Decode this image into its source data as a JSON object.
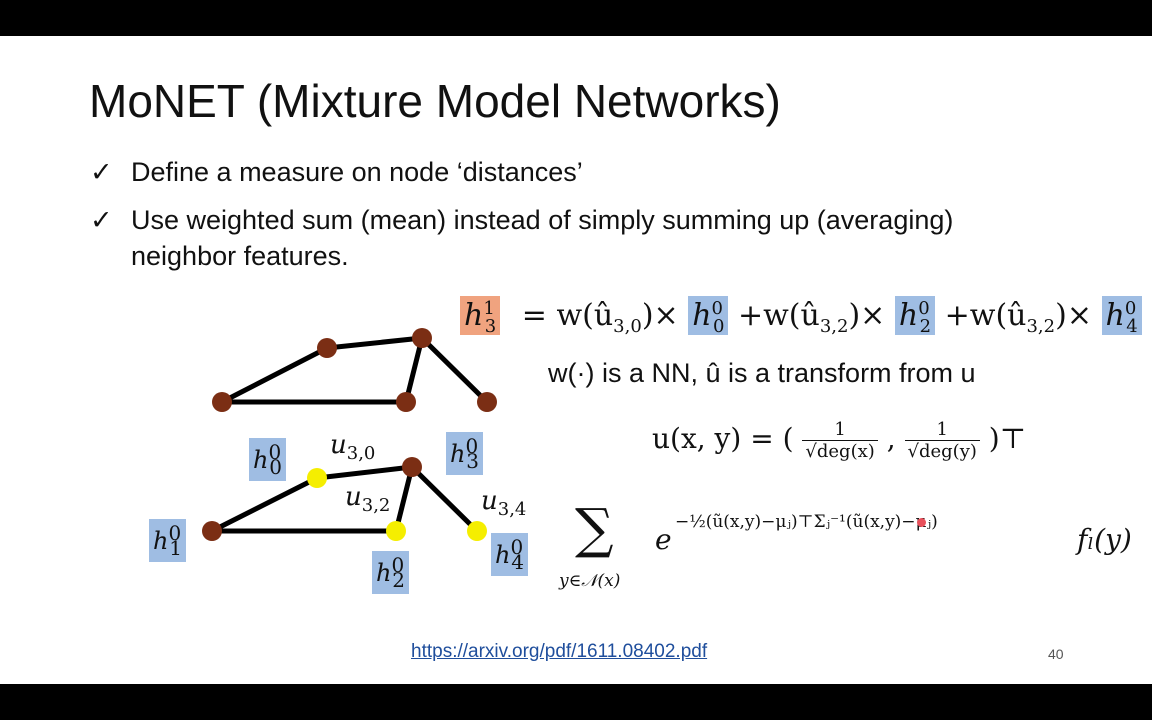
{
  "title": "MoNET (Mixture Model Networks)",
  "bullets": [
    {
      "marker": "✓",
      "text": "Define a measure on node ‘distances’"
    },
    {
      "marker": "✓",
      "line1": "Use weighted sum (mean) instead of simply summing up (averaging)",
      "line2": "neighbor features."
    }
  ],
  "equation": {
    "lhs": {
      "sup": "1",
      "sub": "3"
    },
    "parts": [
      "= w(û",
      "3,0",
      ")×",
      " +w(û",
      "3,2",
      ")×",
      "+w(û",
      "3,2",
      ")×"
    ],
    "h_sup": "0",
    "h_subs": [
      "0",
      "2",
      "4"
    ]
  },
  "note": "w(·) is a NN, û is a transform from u",
  "pseudo": {
    "lhs": "u(x, y) =",
    "open": "(",
    "num1": "1",
    "den1": "√deg(x)",
    "sep": ",",
    "num2": "1",
    "den2": "√deg(y)",
    "close": ")⊤"
  },
  "gaussian": {
    "sum_symbol": "∑",
    "sum_index": "y∈𝒩(x)",
    "base": "e",
    "exponent": "−½(ũ(x,y)−μⱼ)⊤Σⱼ⁻¹(ũ(x,y)−μⱼ)",
    "tail": "fₗ(y)"
  },
  "graph": {
    "labels": {
      "h0": {
        "sup": "0",
        "sub": "0"
      },
      "h1": {
        "sup": "0",
        "sub": "1"
      },
      "h2": {
        "sup": "0",
        "sub": "2"
      },
      "h3": {
        "sup": "0",
        "sub": "3"
      },
      "h4": {
        "sup": "0",
        "sub": "4"
      }
    },
    "edge_labels": [
      "3,0",
      "3,2",
      "3,4"
    ],
    "node_colors": {
      "default": "#7b2e14",
      "highlight": "#f5ee00"
    },
    "box_colors": {
      "blue": "#9fbde3",
      "orange": "#f0a37f"
    }
  },
  "link": "https://arxiv.org/pdf/1611.08402.pdf",
  "page_number": "40"
}
